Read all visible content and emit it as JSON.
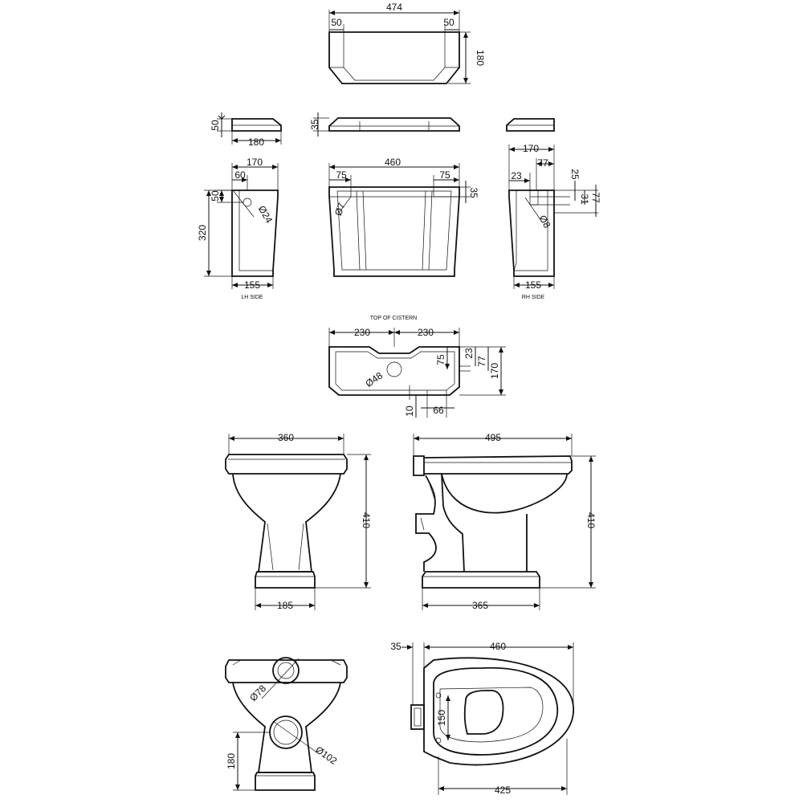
{
  "drawing": {
    "lid": {
      "width": "474",
      "side_left": "50",
      "side_right": "50",
      "height": "180"
    },
    "lid_side": {
      "height": "50",
      "width": "180"
    },
    "lid_front": {
      "height": "35"
    },
    "lh_side": {
      "top_width": "170",
      "offset": "60",
      "hole_top": "50",
      "hole_dia": "Ø24",
      "height": "320",
      "base_width": "155",
      "label": "LH SIDE"
    },
    "cistern_front": {
      "width": "460",
      "left_inset": "75",
      "right_inset": "75",
      "right_height": "35",
      "hole_dia": "Ø7"
    },
    "rh_side": {
      "top_width": "170",
      "offset_23": "23",
      "offset_77": "77",
      "v25": "25",
      "v31": "31",
      "v77": "77",
      "hole_dia": "Ø8",
      "base_width": "155",
      "label": "RH SIDE"
    },
    "top_of_cistern": {
      "label": "TOP OF CISTERN",
      "left_half": "230",
      "right_half": "230",
      "hole_dia": "Ø48",
      "v75": "75",
      "v23": "23",
      "v77": "77",
      "depth": "170",
      "v10": "10",
      "w66": "66"
    },
    "pan_front": {
      "top_width": "360",
      "height": "410",
      "base_width": "185"
    },
    "pan_side": {
      "top_width": "495",
      "height": "410",
      "base_width": "365"
    },
    "pan_rear": {
      "outlet_dia": "Ø78",
      "inlet_dia": "Ø102",
      "height": "180"
    },
    "pan_top": {
      "rear": "35",
      "width": "460",
      "hinge": "150",
      "base_width": "425"
    }
  }
}
